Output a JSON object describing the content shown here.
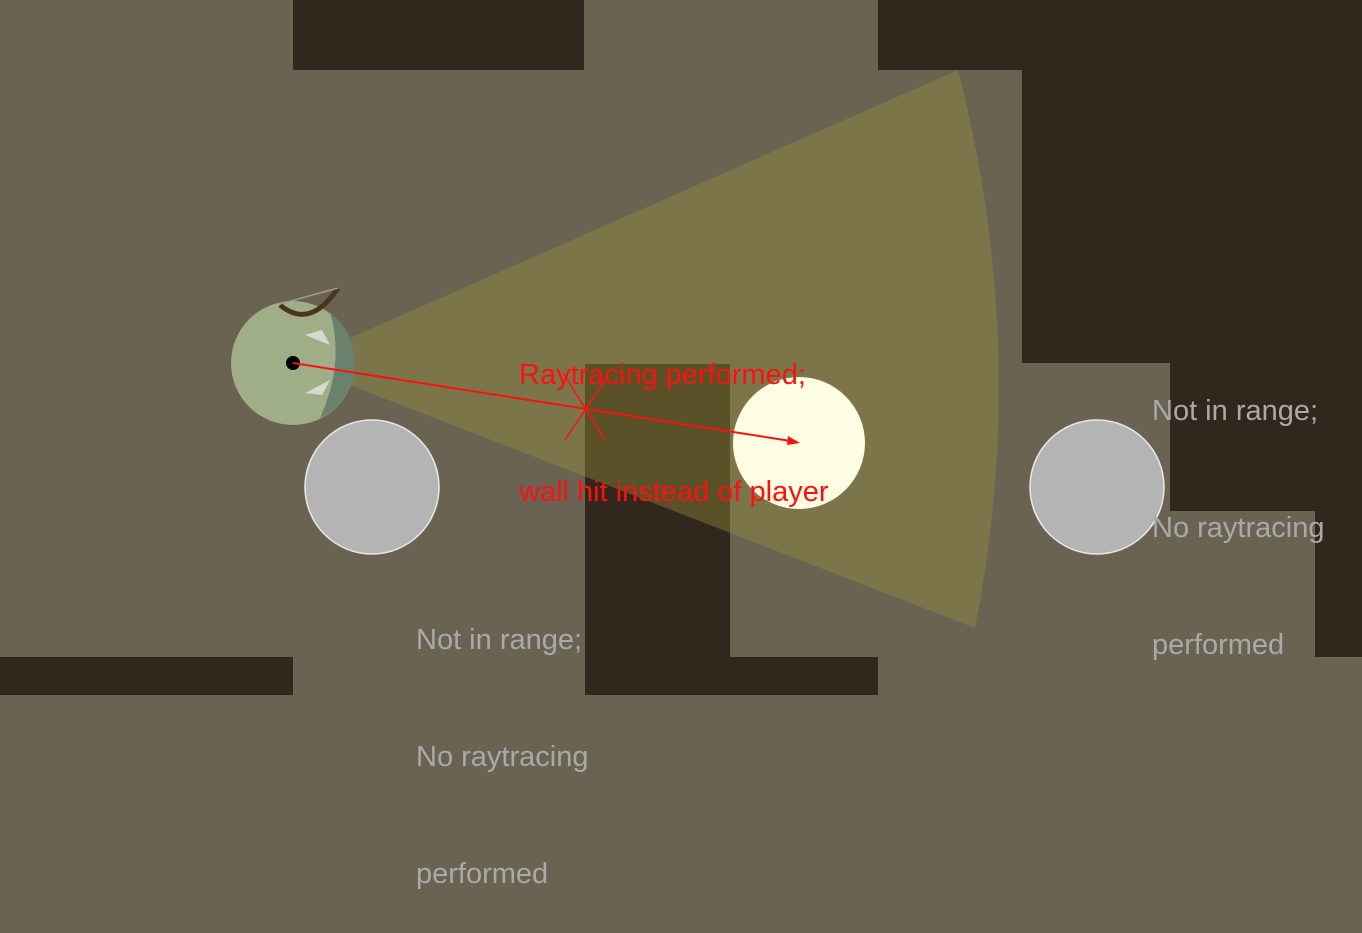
{
  "scene": {
    "colors": {
      "floor": "#6b6352",
      "wall": "#32271d",
      "vision_cone": "#96913c",
      "ray": "#ff1010",
      "player_idle": "#b4b4b4",
      "player_highlighted": "#fdfde4",
      "enemy_body": "#9fae87"
    }
  },
  "annotations": {
    "raytrace": {
      "line1": "Raytracing performed;",
      "line2": "wall hit instead of player"
    },
    "left_player": {
      "line1": "Not in range;",
      "line2": "No raytracing",
      "line3": "performed"
    },
    "right_player": {
      "line1": "Not in range;",
      "line2": "No raytracing",
      "line3": "performed"
    }
  }
}
